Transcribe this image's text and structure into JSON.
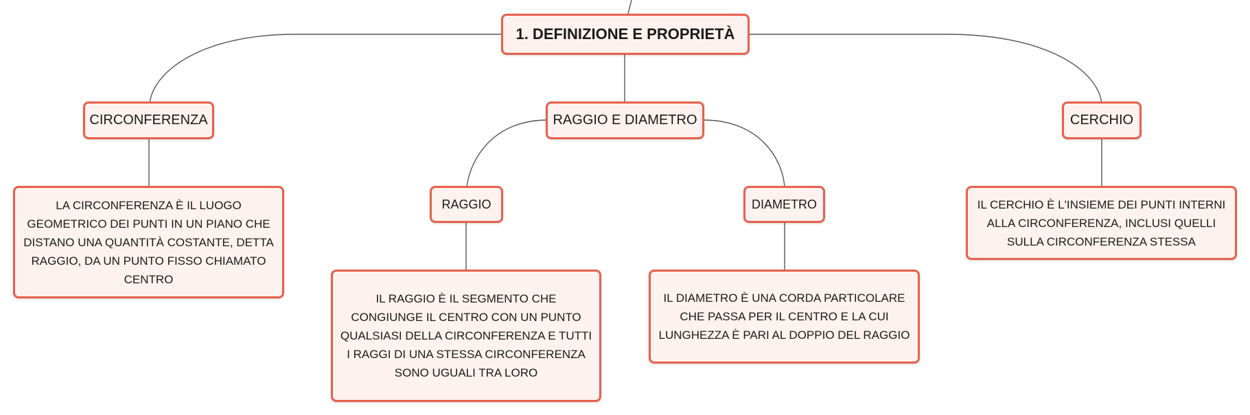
{
  "root": {
    "label": "1. DEFINIZIONE E PROPRIETÀ"
  },
  "circonferenza": {
    "label": "CIRCONFERENZA",
    "text": "LA CIRCONFERENZA È IL LUOGO GEOMETRICO DEI PUNTI IN UN PIANO CHE DISTANO UNA QUANTITÀ COSTANTE, DETTA RAGGIO, DA UN PUNTO FISSO CHIAMATO CENTRO"
  },
  "raggio_diametro": {
    "label": "RAGGIO E DIAMETRO",
    "raggio": {
      "label": "RAGGIO",
      "text": "IL RAGGIO È IL SEGMENTO CHE CONGIUNGE IL CENTRO CON UN PUNTO QUALSIASI DELLA CIRCONFERENZA E TUTTI I RAGGI DI UNA STESSA CIRCONFERENZA SONO UGUALI TRA LORO"
    },
    "diametro": {
      "label": "DIAMETRO",
      "text": "IL DIAMETRO È UNA CORDA PARTICOLARE CHE PASSA PER IL CENTRO E LA CUI LUNGHEZZA È PARI AL DOPPIO DEL RAGGIO"
    }
  },
  "cerchio": {
    "label": "CERCHIO",
    "text": "IL CERCHIO È L'INSIEME DEI PUNTI INTERNI ALLA CIRCONFERENZA, INCLUSI QUELLI SULLA CIRCONFERENZA STESSA"
  },
  "colors": {
    "border": "#e8604c",
    "fill": "#fdf2ef",
    "line": "#555555"
  }
}
